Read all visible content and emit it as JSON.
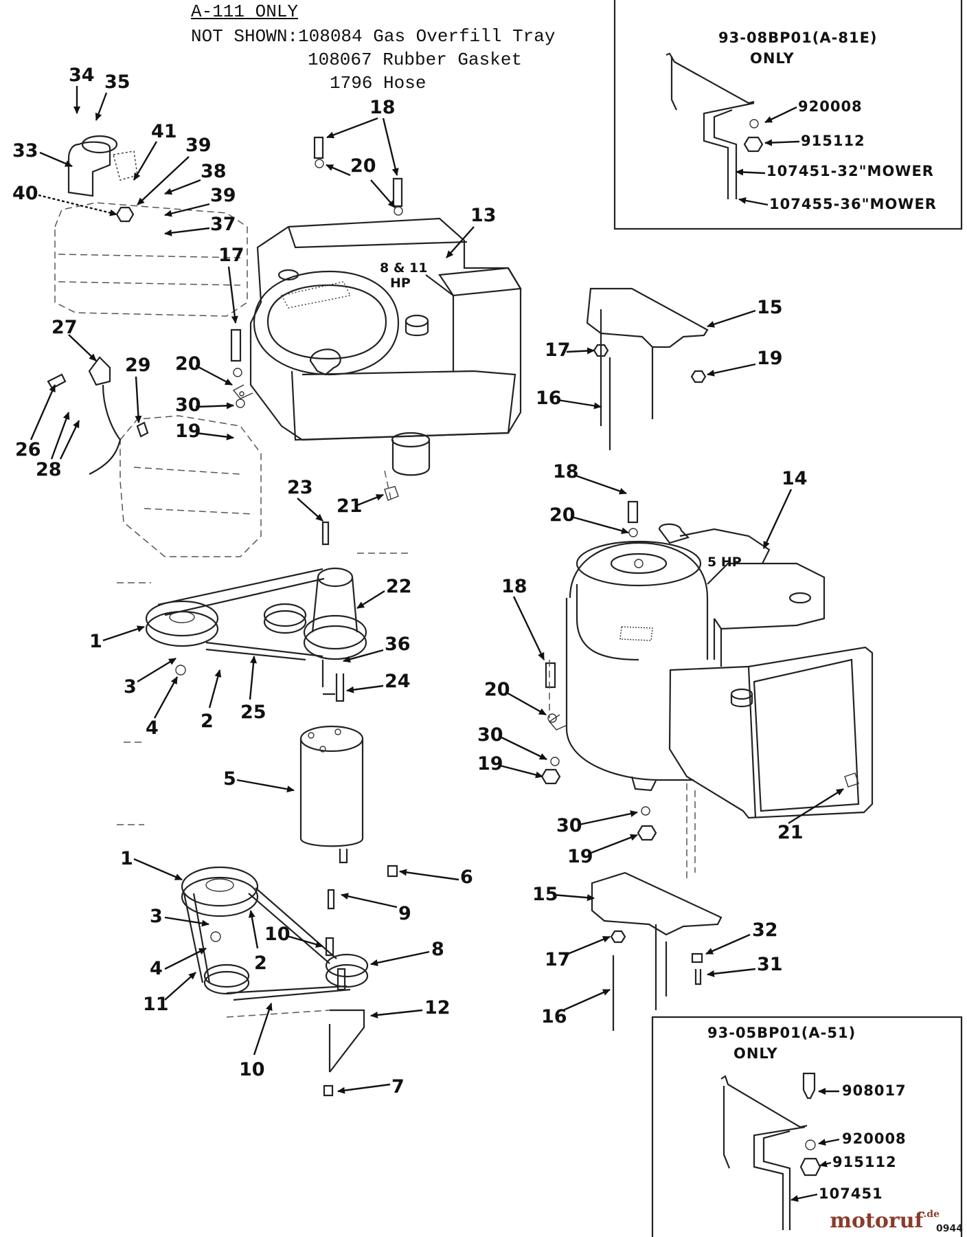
{
  "header": {
    "title": "A-111 ONLY",
    "not_shown_line1": "NOT SHOWN:108084 Gas Overfill Tray",
    "not_shown_line2": "108067 Rubber Gasket",
    "not_shown_line3": "1796 Hose"
  },
  "engines": {
    "upper_label_line1": "8 & 11",
    "upper_label_line2": "HP",
    "lower_label": "5 HP"
  },
  "inset_top": {
    "title": "93-08BP01(A-81E)",
    "subtitle": "ONLY",
    "items": [
      "920008",
      "915112",
      "107451-32\"MOWER",
      "107455-36\"MOWER"
    ]
  },
  "inset_bottom": {
    "title": "93-05BP01(A-51)",
    "subtitle": "ONLY",
    "items": [
      "908017",
      "920008",
      "915112",
      "107451"
    ]
  },
  "callouts": [
    "34",
    "35",
    "33",
    "41",
    "39",
    "38",
    "39",
    "40",
    "37",
    "18",
    "20",
    "13",
    "17",
    "20",
    "30",
    "19",
    "27",
    "29",
    "26",
    "28",
    "15",
    "17",
    "19",
    "16",
    "23",
    "21",
    "18",
    "14",
    "20",
    "22",
    "1",
    "36",
    "3",
    "24",
    "4",
    "2",
    "25",
    "18",
    "20",
    "30",
    "19",
    "5",
    "30",
    "19",
    "21",
    "1",
    "6",
    "9",
    "3",
    "10",
    "8",
    "4",
    "2",
    "11",
    "12",
    "10",
    "7",
    "15",
    "17",
    "32",
    "31",
    "16"
  ],
  "watermark": {
    "brand": "motoruf",
    "suffix": ".de",
    "code": "0944"
  }
}
